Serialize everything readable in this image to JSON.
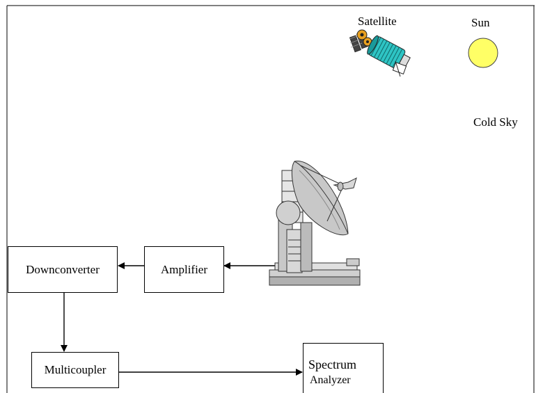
{
  "sky": {
    "satellite_label": "Satellite",
    "sun_label": "Sun",
    "cold_sky_label": "Cold Sky",
    "sun_color": "#ffff66"
  },
  "blocks": {
    "downconverter": "Downconverter",
    "amplifier": "Amplifier",
    "multicoupler": "Multicoupler",
    "spectrum_line1": "Spectrum",
    "spectrum_line2": "Analyzer"
  },
  "icons": {
    "satellite": "satellite-icon",
    "antenna": "dish-antenna-icon"
  },
  "colors": {
    "satellite_body": "#2ec4c4",
    "antenna_fill": "#c8c8c8",
    "line": "#000000"
  }
}
